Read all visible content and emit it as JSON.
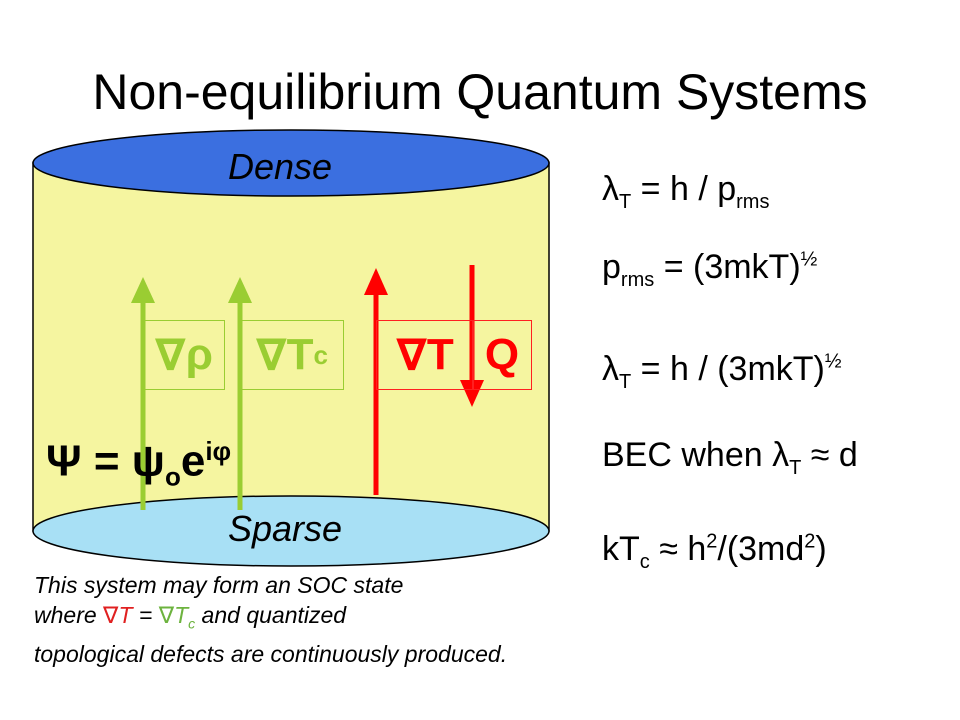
{
  "title": "Non-equilibrium Quantum Systems",
  "cylinder": {
    "top_label": "Dense",
    "bottom_label": "Sparse",
    "colors": {
      "body": "#f5f5a0",
      "top_cap": "#3b6fe0",
      "bottom_cap": "#a8e0f5",
      "green": "#9acd32",
      "red": "#ff0000"
    }
  },
  "gradients": {
    "grad_rho": {
      "nabla": "∇",
      "symbol": "ρ"
    },
    "grad_tc": {
      "nabla": "∇",
      "symbol": "T",
      "sub": "c"
    },
    "grad_t": {
      "nabla": "∇",
      "symbol": "T"
    },
    "heat": "Q"
  },
  "wavefunction": {
    "lhs": "Ψ",
    "equals": "=",
    "psi": "ψ",
    "psi_sub": "o",
    "exp_base": "e",
    "exp_sup": "iφ"
  },
  "equations": {
    "eq1": {
      "lambda": "λ",
      "lambda_sub": "T",
      "rhs": " = h / p",
      "rhs_sub": "rms"
    },
    "eq2": {
      "p": "p",
      "p_sub": "rms",
      "rhs": " = (3mkT)",
      "sup": "½"
    },
    "eq3": {
      "lambda": "λ",
      "lambda_sub": "T",
      "rhs": " = h / (3mkT)",
      "sup": "½"
    },
    "eq4": {
      "prefix": "BEC when ",
      "lambda": "λ",
      "lambda_sub": "T",
      "suffix": " ≈ d"
    },
    "eq5": {
      "k": "kT",
      "k_sub": "c",
      "mid": " ≈ h",
      "mid_sup": "2",
      "tail": "/(3md",
      "tail_sup": "2",
      "end": ")"
    }
  },
  "note": {
    "line1": "This system may form an SOC state",
    "line2_prefix": "where ",
    "nabla": "∇",
    "t": "T",
    "eq": " = ",
    "tc": "T",
    "tc_sub": "c",
    "line2_suffix": " and quantized",
    "line3": "topological defects are continuously produced."
  }
}
